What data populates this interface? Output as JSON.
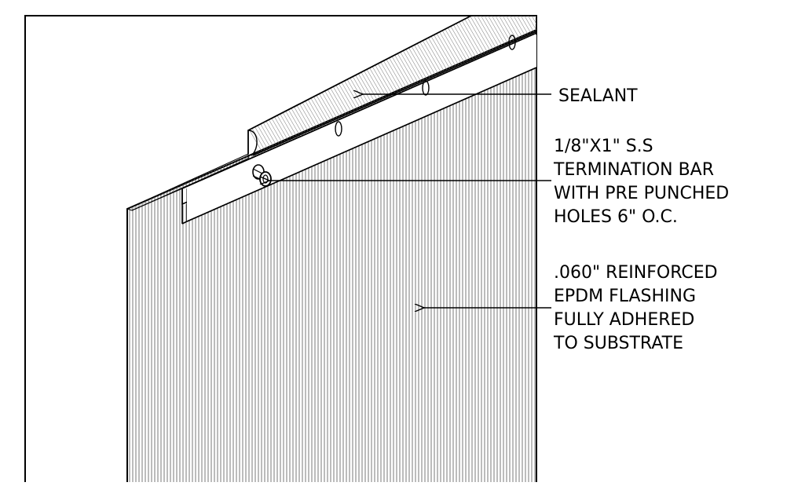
{
  "labels": {
    "sealant": [
      "SEALANT"
    ],
    "termination_bar": [
      "1/8\"X1\" S.S",
      "TERMINATION BAR",
      "WITH PRE PUNCHED",
      "HOLES 6\" O.C."
    ],
    "flashing": [
      ".060\" REINFORCED",
      "EPDM FLASHING",
      "FULLY ADHERED",
      "TO SUBSTRATE"
    ]
  },
  "colors": {
    "line": "#000000",
    "hatch": "#666666",
    "background": "#ffffff"
  }
}
